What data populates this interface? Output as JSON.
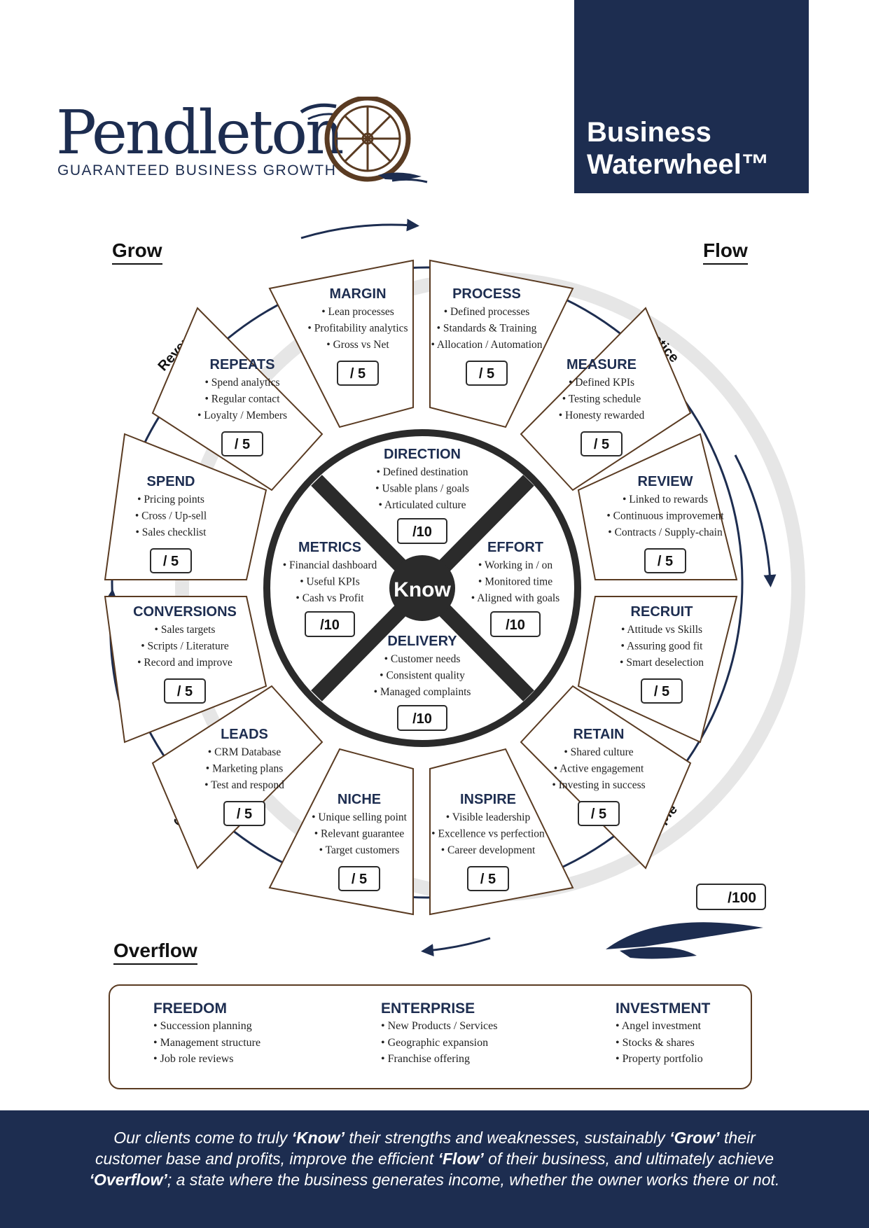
{
  "header": {
    "logo_name": "Pendleton",
    "logo_tagline": "GUARANTEED BUSINESS GROWTH",
    "title_line1": "Business",
    "title_line2": "Waterwheel™"
  },
  "quadrants": {
    "grow": "Grow",
    "flow": "Flow",
    "overflow": "Overflow"
  },
  "arc_labels": {
    "revenue": "Revenue",
    "practice": "Practice",
    "sales": "Sales",
    "people": "People"
  },
  "center": "Know",
  "inner_segments": [
    {
      "title": "DIRECTION",
      "items": [
        "Defined destination",
        "Usable plans / goals",
        "Articulated culture"
      ],
      "score": "/10"
    },
    {
      "title": "METRICS",
      "items": [
        "Financial dashboard",
        "Useful KPIs",
        "Cash vs Profit"
      ],
      "score": "/10"
    },
    {
      "title": "EFFORT",
      "items": [
        "Working in / on",
        "Monitored time",
        "Aligned with goals"
      ],
      "score": "/10"
    },
    {
      "title": "DELIVERY",
      "items": [
        "Customer needs",
        "Consistent quality",
        "Managed complaints"
      ],
      "score": "/10"
    }
  ],
  "outer_segments": [
    {
      "title": "MARGIN",
      "items": [
        "Lean processes",
        "Profitability analytics",
        "Gross vs Net"
      ],
      "score": "/ 5"
    },
    {
      "title": "PROCESS",
      "items": [
        "Defined processes",
        "Standards & Training",
        "Allocation / Automation"
      ],
      "score": "/ 5"
    },
    {
      "title": "REPEATS",
      "items": [
        "Spend analytics",
        "Regular contact",
        "Loyalty / Members"
      ],
      "score": "/ 5"
    },
    {
      "title": "MEASURE",
      "items": [
        "Defined KPIs",
        "Testing schedule",
        "Honesty rewarded"
      ],
      "score": "/ 5"
    },
    {
      "title": "SPEND",
      "items": [
        "Pricing points",
        "Cross / Up-sell",
        "Sales checklist"
      ],
      "score": "/ 5"
    },
    {
      "title": "REVIEW",
      "items": [
        "Linked to rewards",
        "Continuous improvement",
        "Contracts / Supply-chain"
      ],
      "score": "/ 5"
    },
    {
      "title": "CONVERSIONS",
      "items": [
        "Sales targets",
        "Scripts / Literature",
        "Record and improve"
      ],
      "score": "/ 5"
    },
    {
      "title": "RECRUIT",
      "items": [
        "Attitude vs Skills",
        "Assuring good fit",
        "Smart deselection"
      ],
      "score": "/ 5"
    },
    {
      "title": "LEADS",
      "items": [
        "CRM Database",
        "Marketing plans",
        "Test and respond"
      ],
      "score": "/ 5"
    },
    {
      "title": "RETAIN",
      "items": [
        "Shared culture",
        "Active engagement",
        "Investing in success"
      ],
      "score": "/ 5"
    },
    {
      "title": "NICHE",
      "items": [
        "Unique selling point",
        "Relevant guarantee",
        "Target customers"
      ],
      "score": "/ 5"
    },
    {
      "title": "INSPIRE",
      "items": [
        "Visible leadership",
        "Excellence vs perfection",
        "Career development"
      ],
      "score": "/ 5"
    }
  ],
  "total_score": "/100",
  "overflow_columns": [
    {
      "title": "FREEDOM",
      "items": [
        "Succession planning",
        "Management structure",
        "Job role reviews"
      ]
    },
    {
      "title": "ENTERPRISE",
      "items": [
        "New Products / Services",
        "Geographic expansion",
        "Franchise offering"
      ]
    },
    {
      "title": "INVESTMENT",
      "items": [
        "Angel investment",
        "Stocks & shares",
        "Property portfolio"
      ]
    }
  ],
  "footer": {
    "l1a": "Our clients come to truly ",
    "l1b": "‘Know’",
    "l1c": " their strengths and weaknesses, sustainably ",
    "l1d": "‘Grow’",
    "l1e": " their",
    "l2a": "customer base and profits, improve the efficient ",
    "l2b": "‘Flow’",
    "l2c": " of their business, and ultimately achieve",
    "l3a": "‘Overflow’",
    "l3b": "; a state where the business generates income, whether the owner works there or not."
  },
  "colors": {
    "navy": "#1d2d50",
    "brown": "#5a3b22",
    "dark_spoke": "#2b2b2b"
  }
}
